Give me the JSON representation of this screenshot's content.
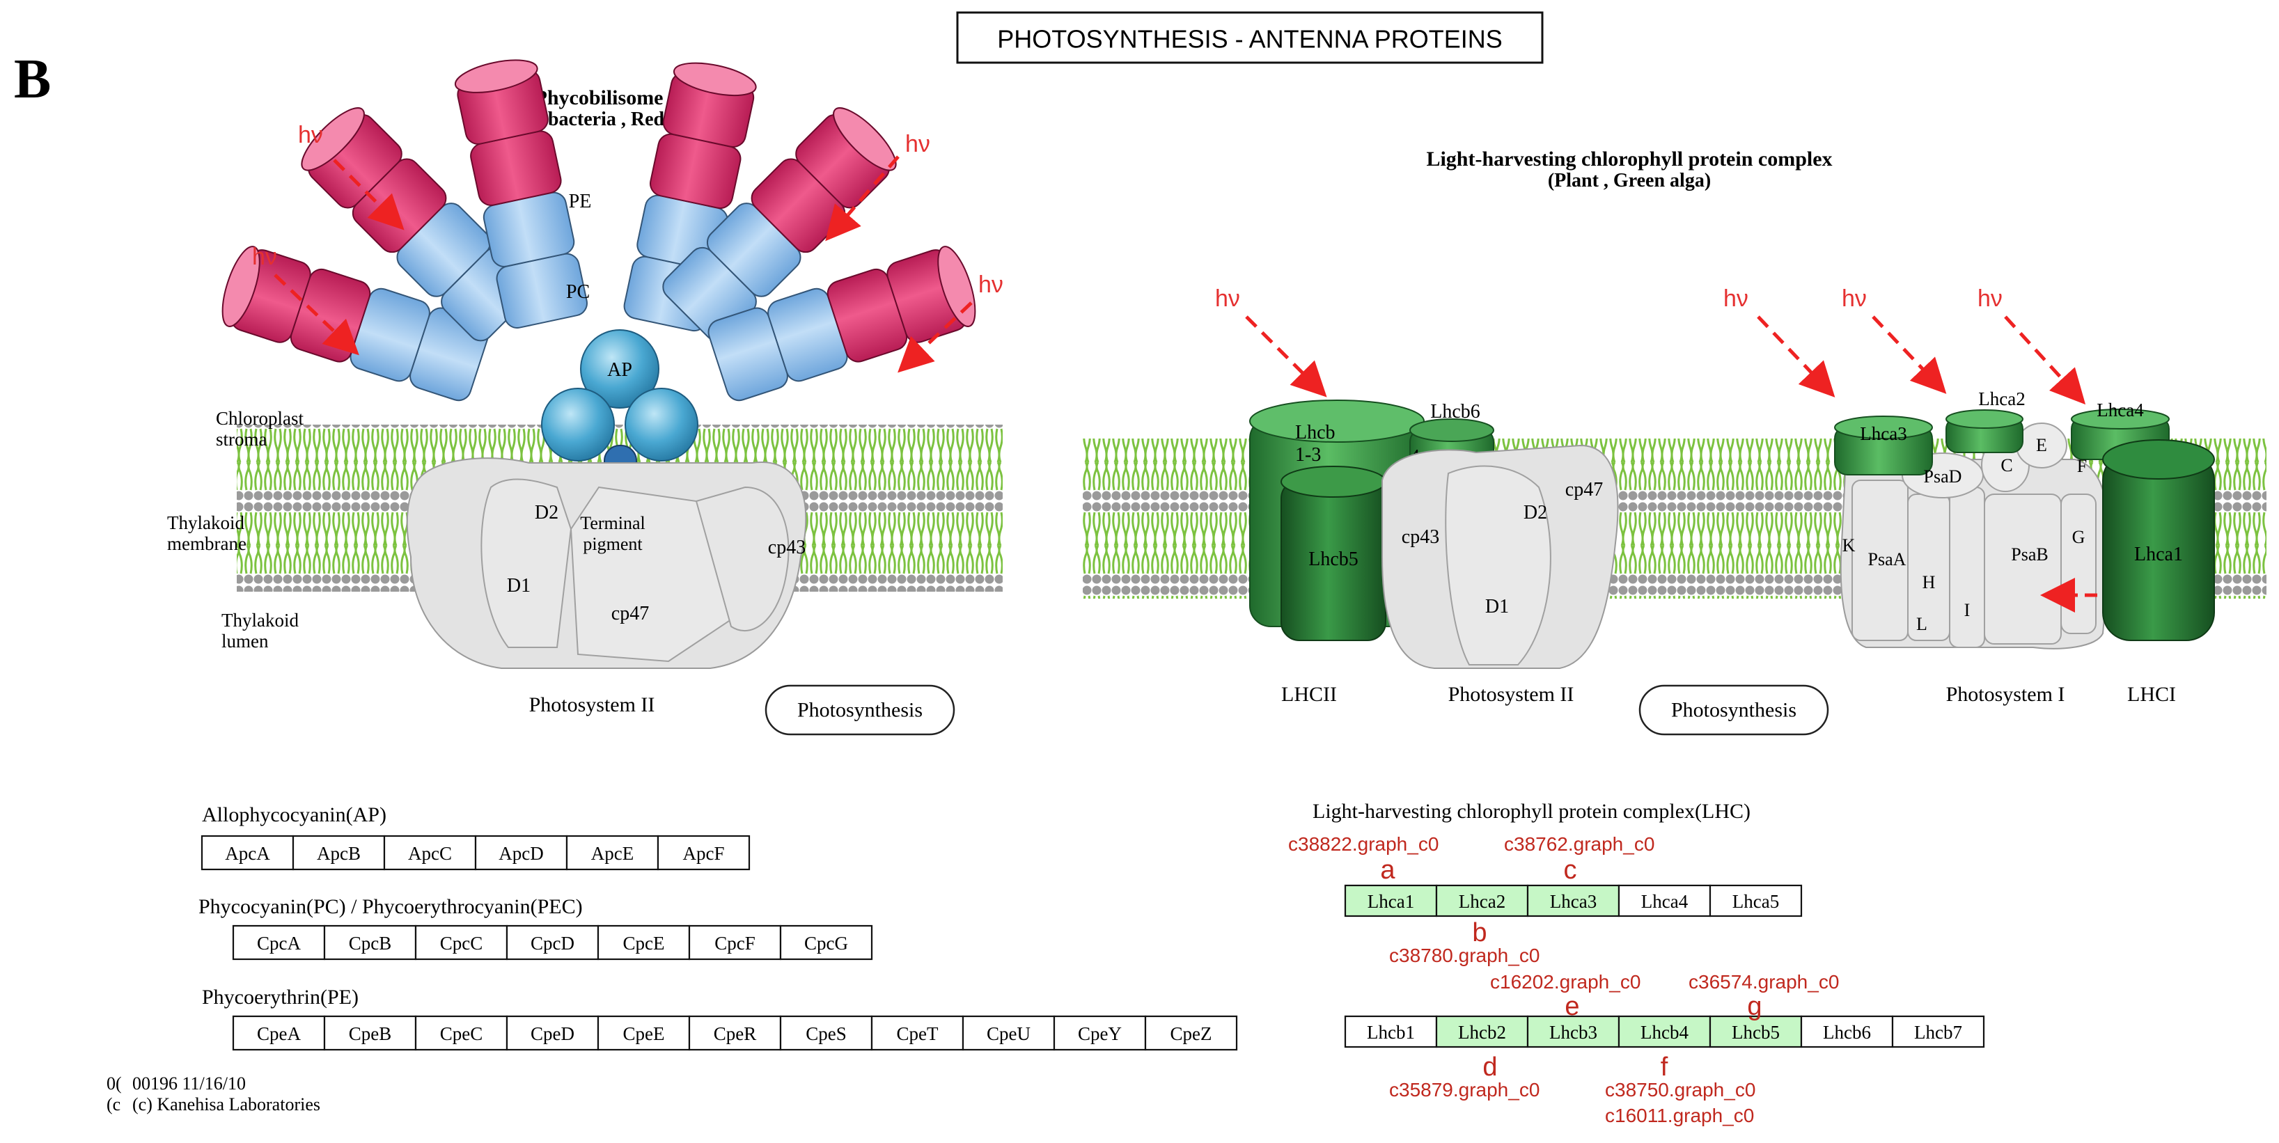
{
  "panel_letter": "B",
  "title": "PHOTOSYNTHESIS - ANTENNA PROTEINS",
  "hv_label": "hν",
  "left_diagram": {
    "heading": "Phycobilisome",
    "subheading": "(Cyanobacteria , Red alga)",
    "stroma_label": [
      "Chloroplast",
      "stroma"
    ],
    "membrane_label": [
      "Thylakoid",
      "membrane"
    ],
    "lumen_label": [
      "Thylakoid",
      "lumen"
    ],
    "pe": "PE",
    "pc": "PC",
    "ap": "AP",
    "terminal_pigment": [
      "Terminal",
      "pigment"
    ],
    "d1": "D1",
    "d2": "D2",
    "cp47": "cp47",
    "cp43": "cp43",
    "photosystem_label": "Photosystem II",
    "link_button": "Photosynthesis"
  },
  "right_diagram": {
    "heading": "Light-harvesting chlorophyll protein complex",
    "subheading": "(Plant , Green alga)",
    "lhcb_top": [
      "Lhcb",
      "1-3"
    ],
    "lhcb4": "4",
    "lhcb6": "Lhcb6",
    "lhcb5": "Lhcb5",
    "cp43": "cp43",
    "cp47": "cp47",
    "d1": "D1",
    "d2": "D2",
    "lhca3": "Lhca3",
    "lhca2": "Lhca2",
    "lhca4": "Lhca4",
    "lhca1": "Lhca1",
    "psad": "PsaD",
    "psaa": "PsaA",
    "psab": "PsaB",
    "c": "C",
    "e": "E",
    "f": "F",
    "k": "K",
    "g": "G",
    "h": "H",
    "i": "I",
    "l": "L",
    "lhcii_label": "LHCII",
    "ps2_label": "Photosystem II",
    "ps1_label": "Photosystem I",
    "lhci_label": "LHCI",
    "link_button": "Photosynthesis"
  },
  "gene_tables": {
    "ap": {
      "title": "Allophycocyanin(AP)",
      "genes": [
        "ApcA",
        "ApcB",
        "ApcC",
        "ApcD",
        "ApcE",
        "ApcF"
      ]
    },
    "pc": {
      "title": "Phycocyanin(PC) / Phycoerythrocyanin(PEC)",
      "genes": [
        "CpcA",
        "CpcB",
        "CpcC",
        "CpcD",
        "CpcE",
        "CpcF",
        "CpcG"
      ]
    },
    "pe": {
      "title": "Phycoerythrin(PE)",
      "genes": [
        "CpeA",
        "CpeB",
        "CpeC",
        "CpeD",
        "CpeE",
        "CpeR",
        "CpeS",
        "CpeT",
        "CpeU",
        "CpeY",
        "CpeZ"
      ]
    },
    "lhc": {
      "title": "Light-harvesting chlorophyll protein complex(LHC)",
      "lhca": [
        "Lhca1",
        "Lhca2",
        "Lhca3",
        "Lhca4",
        "Lhca5"
      ],
      "lhca_highlighted": [
        true,
        true,
        true,
        false,
        false
      ],
      "lhcb": [
        "Lhcb1",
        "Lhcb2",
        "Lhcb3",
        "Lhcb4",
        "Lhcb5",
        "Lhcb6",
        "Lhcb7"
      ],
      "lhcb_highlighted": [
        false,
        true,
        true,
        true,
        true,
        false,
        false
      ]
    }
  },
  "annotations": {
    "a_id": "c38822.graph_c0",
    "a": "a",
    "c_id": "c38762.graph_c0",
    "c": "c",
    "b_id": "c38780.graph_c0",
    "b": "b",
    "e_id": "c16202.graph_c0",
    "e": "e",
    "g_id": "c36574.graph_c0",
    "g": "g",
    "d_id": "c35879.graph_c0",
    "d": "d",
    "f_id1": "c38750.graph_c0",
    "f_id2": "c16011.graph_c0",
    "f": "f"
  },
  "footer": {
    "map_id": "00196 11/16/10",
    "copyright": "(c) Kanehisa Laboratories",
    "stub1": "0(",
    "stub2": "(c"
  },
  "colors": {
    "highlight": "#c6f7c6",
    "annotation_red": "#c0281e",
    "arrow_red": "#ee2222",
    "pe_pink": "#d9306a",
    "pc_blue": "#9fc8f0",
    "ap_teal": "#3fa3cf",
    "lipid_green": "#8cd24a",
    "lhc_green": "#2f8c3f",
    "protein_gray": "#e2e2e2"
  }
}
